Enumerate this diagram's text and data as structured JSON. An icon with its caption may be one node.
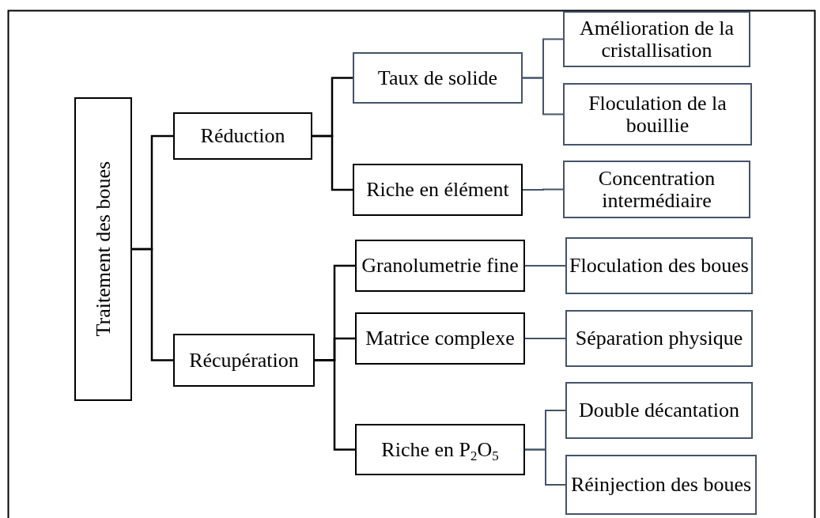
{
  "diagram": {
    "nodes": [
      {
        "text": [
          "Traitement des boues"
        ]
      },
      {
        "text": [
          "Réduction"
        ]
      },
      {
        "text": [
          "Récupération"
        ]
      },
      {
        "text": [
          "Taux de solide"
        ]
      },
      {
        "text": [
          "Riche en élément"
        ]
      },
      {
        "text": [
          "Granolumetrie fine"
        ]
      },
      {
        "text": [
          "Matrice complexe"
        ]
      },
      {
        "text": [
          "Riche en P$_{2}$O$_{5}$"
        ]
      },
      {
        "text": [
          "Amélioration de la cristallisation"
        ]
      },
      {
        "text": [
          "Floculation de la bouillie"
        ]
      },
      {
        "text": [
          "Concentration intermédiaire"
        ]
      },
      {
        "text": [
          "Floculation des boues"
        ]
      },
      {
        "text": [
          "Séparation physique"
        ]
      },
      {
        "text": [
          "Double décantation"
        ]
      },
      {
        "text": [
          "Réinjection des boues"
        ]
      }
    ],
    "edges": [
      {
        "from": 0,
        "to": 1,
        "arrow": "none"
      },
      {
        "from": 0,
        "to": 2,
        "arrow": "none"
      },
      {
        "from": 1,
        "to": 3,
        "arrow": "none"
      },
      {
        "from": 1,
        "to": 4,
        "arrow": "none"
      },
      {
        "from": 3,
        "to": 8,
        "arrow": "none",
        "color": "#44546a"
      },
      {
        "from": 3,
        "to": 9,
        "arrow": "none",
        "color": "#44546a"
      },
      {
        "from": 4,
        "to": 10,
        "arrow": "none",
        "color": "#44546a"
      },
      {
        "from": 2,
        "to": 5,
        "arrow": "none"
      },
      {
        "from": 2,
        "to": 6,
        "arrow": "none"
      },
      {
        "from": 2,
        "to": 7,
        "arrow": "none"
      },
      {
        "from": 5,
        "to": 11,
        "arrow": "none",
        "color": "#44546a"
      },
      {
        "from": 6,
        "to": 12,
        "arrow": "none",
        "color": "#44546a"
      },
      {
        "from": 7,
        "to": 13,
        "arrow": "none",
        "color": "#44546a"
      },
      {
        "from": 7,
        "to": 14,
        "arrow": "none",
        "color": "#44546a"
      }
    ]
  }
}
